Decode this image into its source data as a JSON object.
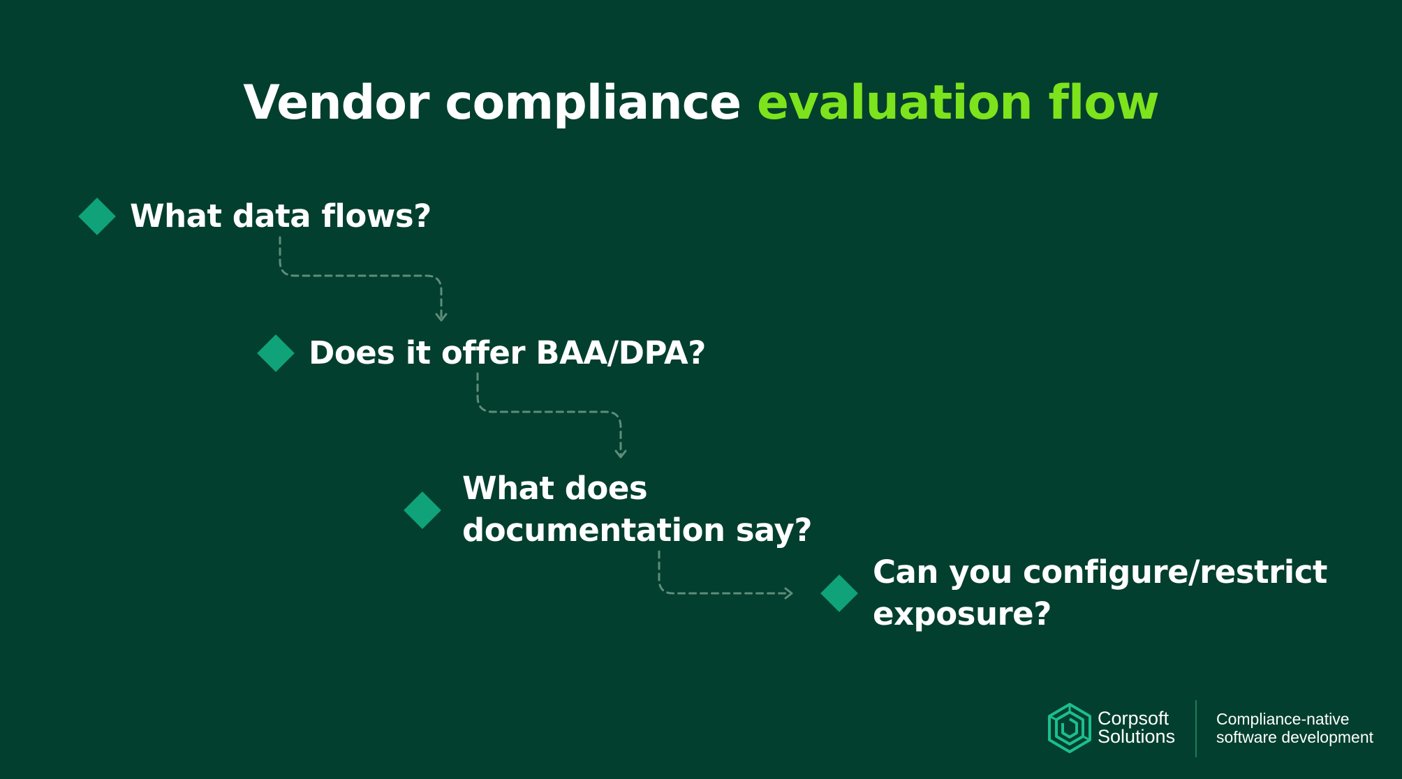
{
  "title": {
    "main": "Vendor compliance ",
    "accent": "evaluation flow"
  },
  "steps": [
    {
      "text": "What data flows?"
    },
    {
      "text": "Does it offer BAA/DPA?"
    },
    {
      "line1": "What does",
      "line2": "documentation say?"
    },
    {
      "line1": "Can you configure/restrict",
      "line2": "exposure?"
    }
  ],
  "footer": {
    "brand_line1": "Corpsoft",
    "brand_line2": "Solutions",
    "tagline_line1": "Compliance-native",
    "tagline_line2": "software development"
  },
  "colors": {
    "background": "#033f2e",
    "accent": "#7de31c",
    "diamond": "#10a37a",
    "connector": "#5f8d7b"
  }
}
